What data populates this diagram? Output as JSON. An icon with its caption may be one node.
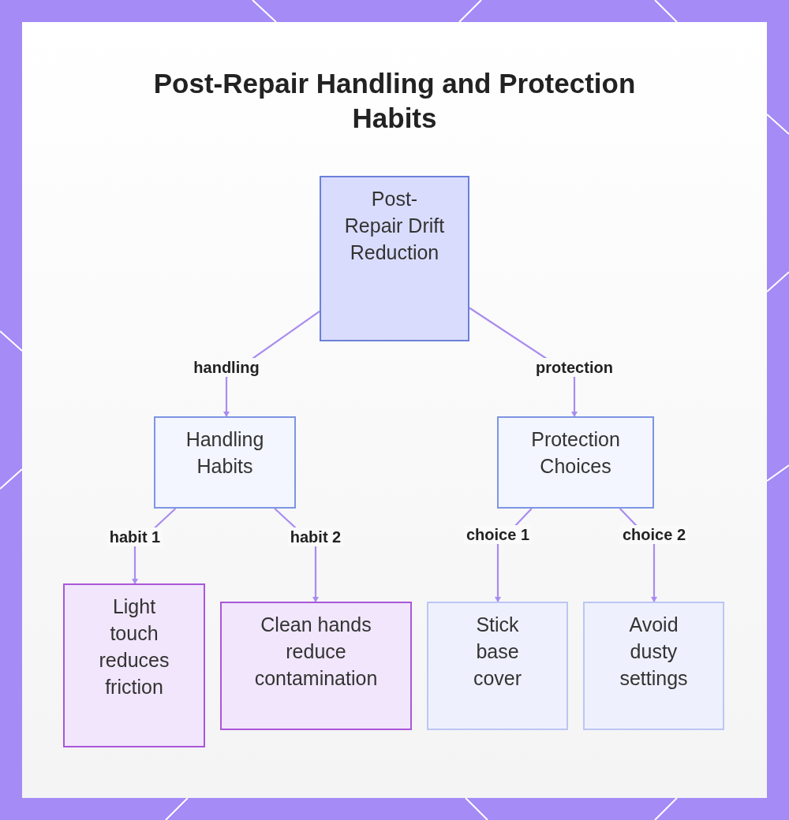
{
  "diagram": {
    "title": "Post-Repair Handling and Protection Habits",
    "nodes": [
      {
        "text": [
          "Post-Repair Drift Reduction"
        ]
      },
      {
        "text": [
          "Handling Habits"
        ]
      },
      {
        "text": [
          "Protection Choices"
        ]
      },
      {
        "text": [
          "Light touch reduces friction"
        ]
      },
      {
        "text": [
          "Clean hands reduce contamination"
        ]
      },
      {
        "text": [
          "Stick base cover"
        ]
      },
      {
        "text": [
          "Avoid dusty settings"
        ]
      }
    ],
    "edges": [
      {
        "from": 0,
        "to": 1,
        "arrow": "to",
        "label": "handling"
      },
      {
        "from": 0,
        "to": 2,
        "arrow": "to",
        "label": "protection"
      },
      {
        "from": 1,
        "to": 3,
        "arrow": "to",
        "label": "habit 1"
      },
      {
        "from": 1,
        "to": 4,
        "arrow": "to",
        "label": "habit 2"
      },
      {
        "from": 2,
        "to": 5,
        "arrow": "to",
        "label": "choice 1"
      },
      {
        "from": 2,
        "to": 6,
        "arrow": "to",
        "label": "choice 2"
      }
    ]
  }
}
